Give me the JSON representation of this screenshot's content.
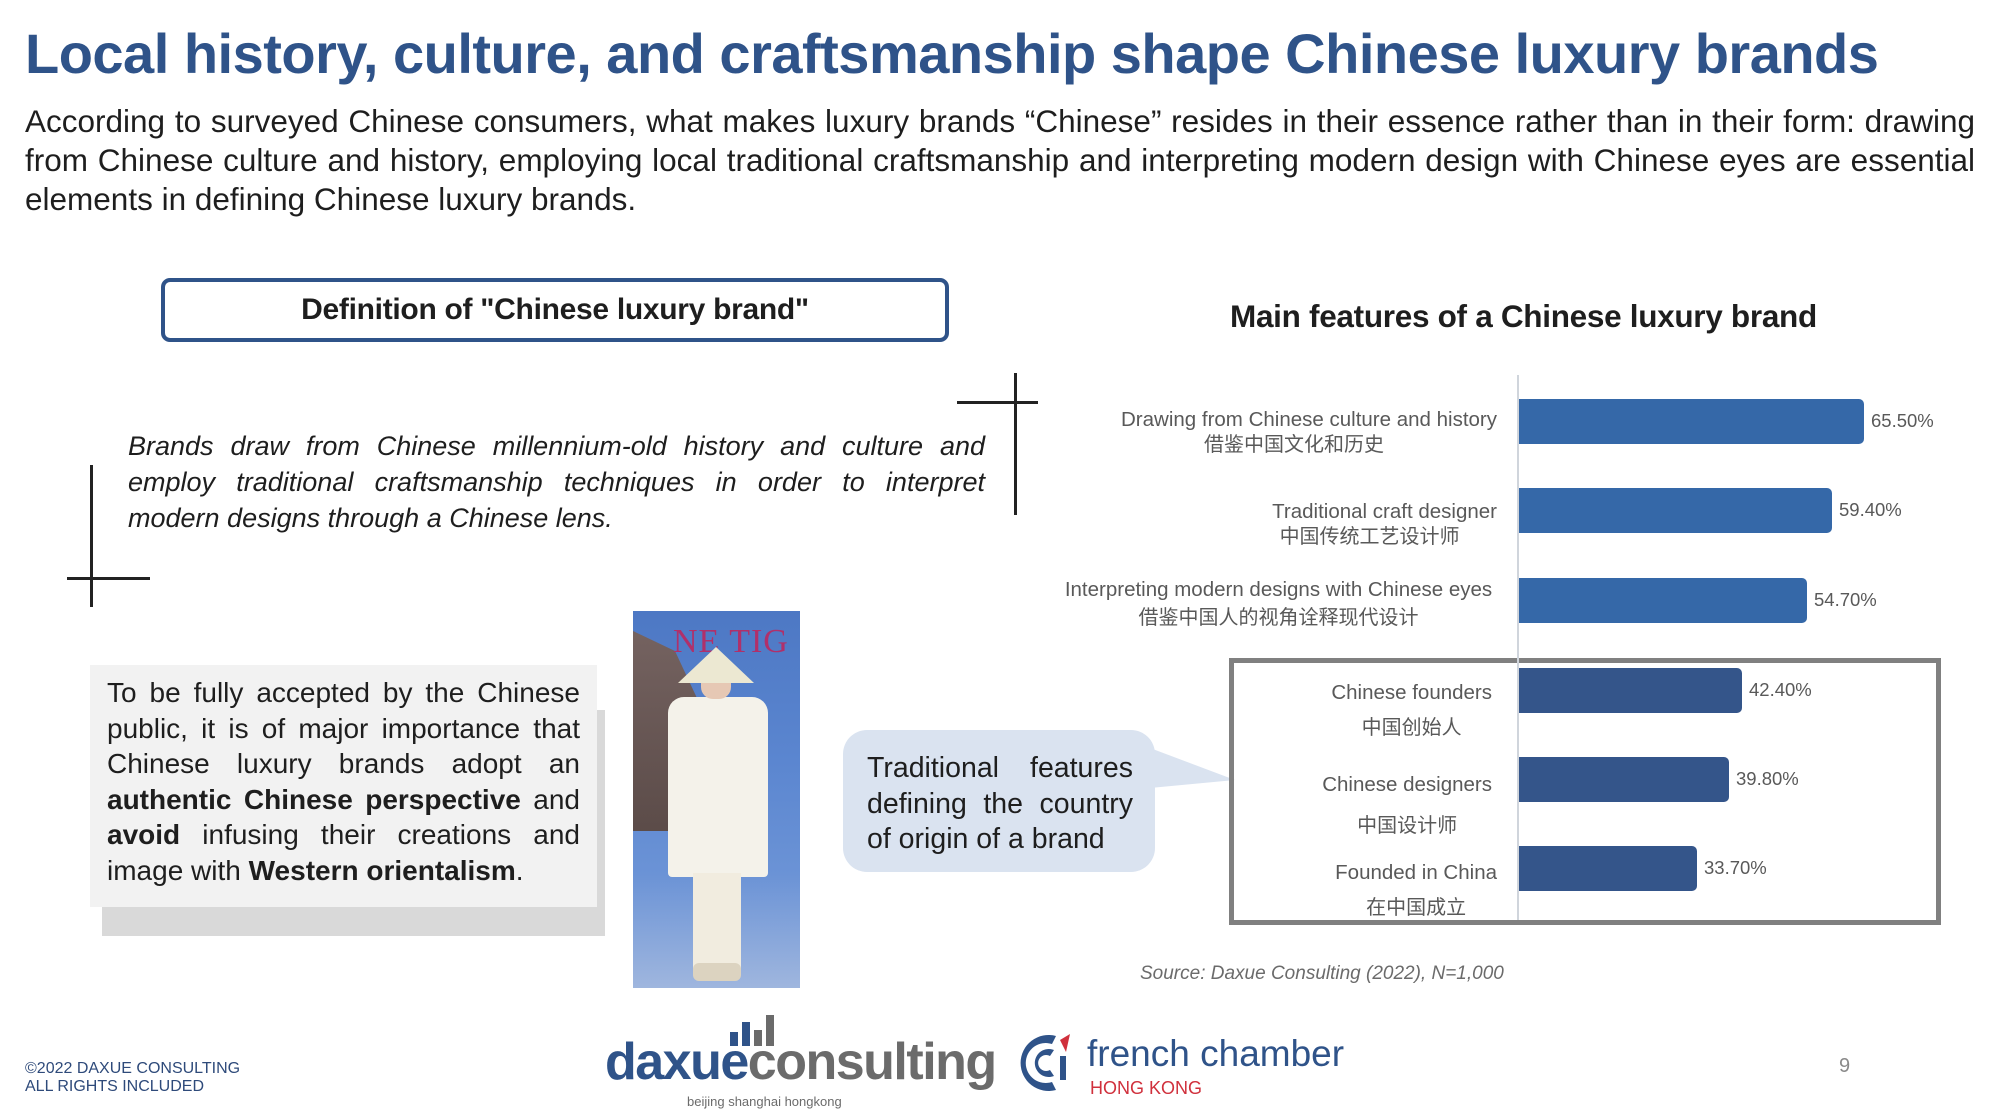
{
  "header": {
    "title": "Local history, culture, and craftsmanship shape Chinese luxury brands",
    "subtitle": "According to surveyed Chinese consumers, what makes luxury brands “Chinese” resides in their essence rather than in their form: drawing from Chinese culture and history, employing local traditional craftsmanship and interpreting modern design with Chinese eyes are essential elements in defining Chinese luxury brands."
  },
  "definition": {
    "heading": "Definition of \"Chinese luxury brand\"",
    "text": "Brands draw from Chinese millennium-old history and culture and employ traditional craftsmanship techniques in order to interpret modern designs through a Chinese lens."
  },
  "callout": {
    "part1": "To be fully accepted by the Chinese public, it is of major importance that Chinese luxury brands adopt an ",
    "bold1": "authentic Chinese perspective",
    "part2": " and ",
    "bold2": "avoid",
    "part3": " infusing their creations and image with ",
    "bold3": "Western orientalism",
    "part4": "."
  },
  "photo": {
    "sign_text": "NE TIG"
  },
  "bubble": {
    "text": "Traditional features defining the country of origin of a brand"
  },
  "chart_data": {
    "type": "bar",
    "orientation": "horizontal",
    "title": "Main features of a Chinese luxury brand",
    "categories": [
      {
        "en": "Drawing from Chinese culture and history",
        "zh": "借鉴中国文化和历史"
      },
      {
        "en": "Traditional craft designer",
        "zh": "中国传统工艺设计师"
      },
      {
        "en": "Interpreting modern designs with Chinese eyes",
        "zh": "借鉴中国人的视角诠释现代设计"
      },
      {
        "en": "Chinese founders",
        "zh": "中国创始人"
      },
      {
        "en": "Chinese designers",
        "zh": "中国设计师"
      },
      {
        "en": "Founded in China",
        "zh": "在中国成立"
      }
    ],
    "values": [
      65.5,
      59.4,
      54.7,
      42.4,
      39.8,
      33.7
    ],
    "value_labels": [
      "65.50%",
      "59.40%",
      "54.70%",
      "42.40%",
      "39.80%",
      "33.70%"
    ],
    "highlighted_group": {
      "indices": [
        3,
        4,
        5
      ],
      "annotation": "Traditional features defining the country of origin of a brand"
    },
    "colors": {
      "primary": "#3568a8",
      "highlight": "#34558a"
    },
    "xlabel": "",
    "ylabel": "",
    "grid": false,
    "source": "Source: Daxue Consulting (2022), N=1,000"
  },
  "footer": {
    "copyright_line1": "©2022 DAXUE CONSULTING",
    "copyright_line2": "ALL RIGHTS INCLUDED",
    "daxue_word_a": "daxue",
    "daxue_word_b": "consulting",
    "daxue_tagline": "beijing shanghai hongkong",
    "partner_name": "french chamber",
    "partner_sub": "HONG KONG",
    "page_number": "9"
  },
  "colors": {
    "brand_blue": "#2f5389",
    "bubble_fill": "#dae3f0",
    "callout_fill": "#f2f2f2",
    "partner_red": "#d0303c"
  }
}
